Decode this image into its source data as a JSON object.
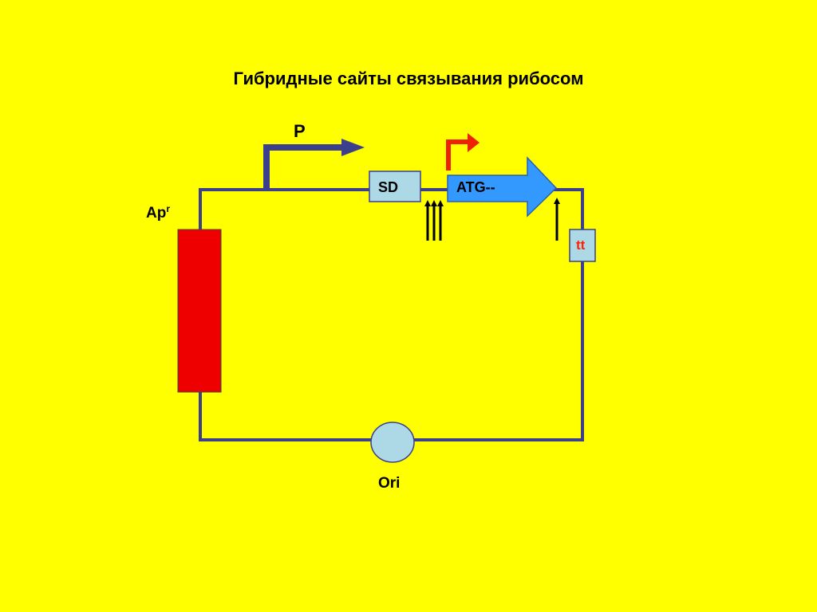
{
  "diagram": {
    "title": "Гибридные сайты связывания рибосом",
    "promoter_label": "P",
    "resistance_label": "Ap",
    "resistance_superscript": "r",
    "origin_label": "Ori",
    "sd_label": "SD",
    "gene_label": "ATG--",
    "terminator_label": "tt"
  },
  "colors": {
    "background": "#ffff00",
    "plasmid_line": "#3b3f8c",
    "promoter_arrow": "#3b3f8c",
    "resistance_gene": "#ee0000",
    "origin": "#add8e6",
    "sd_box": "#add8e6",
    "gene_arrow": "#3399ff",
    "new_promoter_arrow": "#ee2200",
    "terminator_box": "#add8e6",
    "terminator_text": "#ff2200",
    "pointer_arrows": "#000000"
  }
}
